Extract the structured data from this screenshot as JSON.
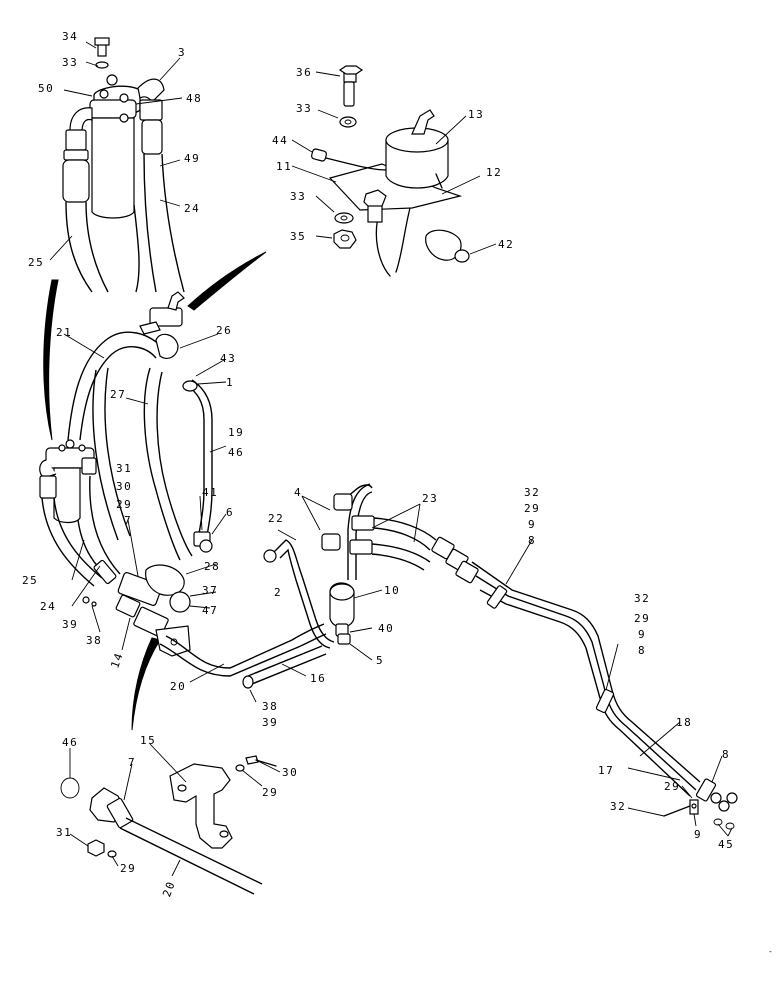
{
  "labels": [
    {
      "id": "l-34",
      "text": "34"
    },
    {
      "id": "l-33a",
      "text": "33"
    },
    {
      "id": "l-3",
      "text": "3"
    },
    {
      "id": "l-50",
      "text": "50"
    },
    {
      "id": "l-48",
      "text": "48"
    },
    {
      "id": "l-49",
      "text": "49"
    },
    {
      "id": "l-24a",
      "text": "24"
    },
    {
      "id": "l-25a",
      "text": "25"
    },
    {
      "id": "l-36",
      "text": "36"
    },
    {
      "id": "l-13",
      "text": "13"
    },
    {
      "id": "l-33b",
      "text": "33"
    },
    {
      "id": "l-44",
      "text": "44"
    },
    {
      "id": "l-11",
      "text": "11"
    },
    {
      "id": "l-12",
      "text": "12"
    },
    {
      "id": "l-33c",
      "text": "33"
    },
    {
      "id": "l-35",
      "text": "35"
    },
    {
      "id": "l-42",
      "text": "42"
    },
    {
      "id": "l-21",
      "text": "21"
    },
    {
      "id": "l-26",
      "text": "26"
    },
    {
      "id": "l-43",
      "text": "43"
    },
    {
      "id": "l-1",
      "text": "1"
    },
    {
      "id": "l-27",
      "text": "27"
    },
    {
      "id": "l-19",
      "text": "19"
    },
    {
      "id": "l-46a",
      "text": "46"
    },
    {
      "id": "l-31a",
      "text": "31"
    },
    {
      "id": "l-30a",
      "text": "30"
    },
    {
      "id": "l-29a",
      "text": "29"
    },
    {
      "id": "l-7a",
      "text": "7"
    },
    {
      "id": "l-41",
      "text": "41"
    },
    {
      "id": "l-6",
      "text": "6"
    },
    {
      "id": "l-4",
      "text": "4"
    },
    {
      "id": "l-23",
      "text": "23"
    },
    {
      "id": "l-32a",
      "text": "32"
    },
    {
      "id": "l-29b",
      "text": "29"
    },
    {
      "id": "l-9a",
      "text": "9"
    },
    {
      "id": "l-8a",
      "text": "8"
    },
    {
      "id": "l-22",
      "text": "22"
    },
    {
      "id": "l-2",
      "text": "2"
    },
    {
      "id": "l-10",
      "text": "10"
    },
    {
      "id": "l-28",
      "text": "28"
    },
    {
      "id": "l-37",
      "text": "37"
    },
    {
      "id": "l-47",
      "text": "47"
    },
    {
      "id": "l-25b",
      "text": "25"
    },
    {
      "id": "l-24b",
      "text": "24"
    },
    {
      "id": "l-39a",
      "text": "39"
    },
    {
      "id": "l-38a",
      "text": "38"
    },
    {
      "id": "l-14",
      "text": "14"
    },
    {
      "id": "l-40",
      "text": "40"
    },
    {
      "id": "l-5",
      "text": "5"
    },
    {
      "id": "l-16",
      "text": "16"
    },
    {
      "id": "l-20a",
      "text": "20"
    },
    {
      "id": "l-38b",
      "text": "38"
    },
    {
      "id": "l-39b",
      "text": "39"
    },
    {
      "id": "l-32b",
      "text": "32"
    },
    {
      "id": "l-29c",
      "text": "29"
    },
    {
      "id": "l-9b",
      "text": "9"
    },
    {
      "id": "l-8b",
      "text": "8"
    },
    {
      "id": "l-18",
      "text": "18"
    },
    {
      "id": "l-8c",
      "text": "8"
    },
    {
      "id": "l-17",
      "text": "17"
    },
    {
      "id": "l-29d",
      "text": "29"
    },
    {
      "id": "l-32c",
      "text": "32"
    },
    {
      "id": "l-9c",
      "text": "9"
    },
    {
      "id": "l-45",
      "text": "45"
    },
    {
      "id": "l-46b",
      "text": "46"
    },
    {
      "id": "l-7b",
      "text": "7"
    },
    {
      "id": "l-15",
      "text": "15"
    },
    {
      "id": "l-30b",
      "text": "30"
    },
    {
      "id": "l-29e",
      "text": "29"
    },
    {
      "id": "l-31b",
      "text": "31"
    },
    {
      "id": "l-29f",
      "text": "29"
    },
    {
      "id": "l-20b",
      "text": "20"
    }
  ]
}
